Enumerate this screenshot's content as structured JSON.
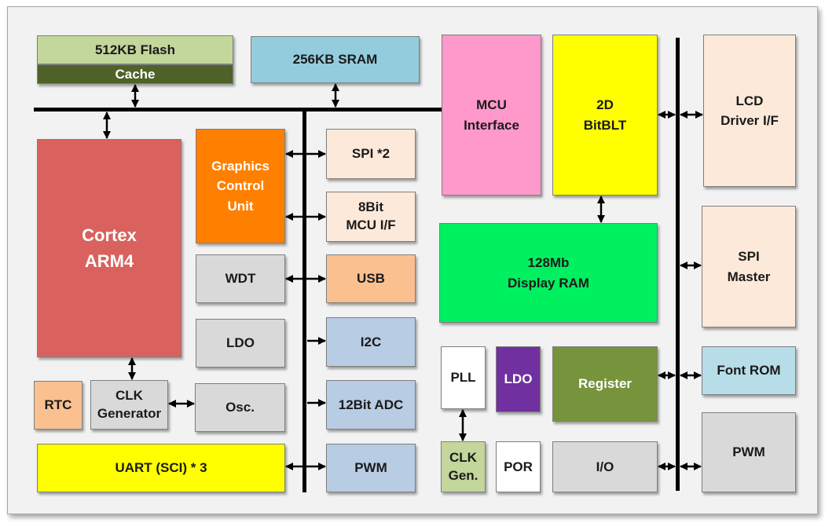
{
  "blocks": {
    "flash": "512KB Flash",
    "cache": "Cache",
    "sram": "256KB SRAM",
    "mcu_interface": "MCU\nInterface",
    "bitblt": "2D\nBitBLT",
    "lcd_driver": "LCD\nDriver I/F",
    "cortex": "Cortex\nARM4",
    "gcu": "Graphics\nControl\nUnit",
    "spi2": "SPI *2",
    "mcu8bit": "8Bit\nMCU I/F",
    "display_ram": "128Mb\nDisplay RAM",
    "spi_master": "SPI\nMaster",
    "wdt": "WDT",
    "usb": "USB",
    "ldo_left": "LDO",
    "i2c": "I2C",
    "pll": "PLL",
    "ldo_mid": "LDO",
    "register": "Register",
    "font_rom": "Font ROM",
    "rtc": "RTC",
    "clk_generator": "CLK\nGenerator",
    "osc": "Osc.",
    "adc": "12Bit ADC",
    "uart": "UART (SCI) * 3",
    "pwm_mid": "PWM",
    "clk_gen": "CLK\nGen.",
    "por": "POR",
    "io": "I/O",
    "pwm_right": "PWM"
  },
  "colors": {
    "flash": "#c3d69b",
    "cache": "#4f6228",
    "sram": "#93cddd",
    "mcu_interface": "#ff99cc",
    "bitblt": "#ffff00",
    "peach_light": "#fde9d9",
    "cortex": "#d9625e",
    "gcu": "#ff8000",
    "display_ram": "#00f060",
    "grey": "#d9d9d9",
    "usb": "#fac090",
    "blue_light": "#b8cce4",
    "ldo_mid": "#7030a0",
    "register": "#77933c",
    "font_rom": "#b7dde8",
    "rtc": "#fac090",
    "uart": "#ffff00",
    "clk_gen": "#c3d69b",
    "white": "#ffffff"
  }
}
